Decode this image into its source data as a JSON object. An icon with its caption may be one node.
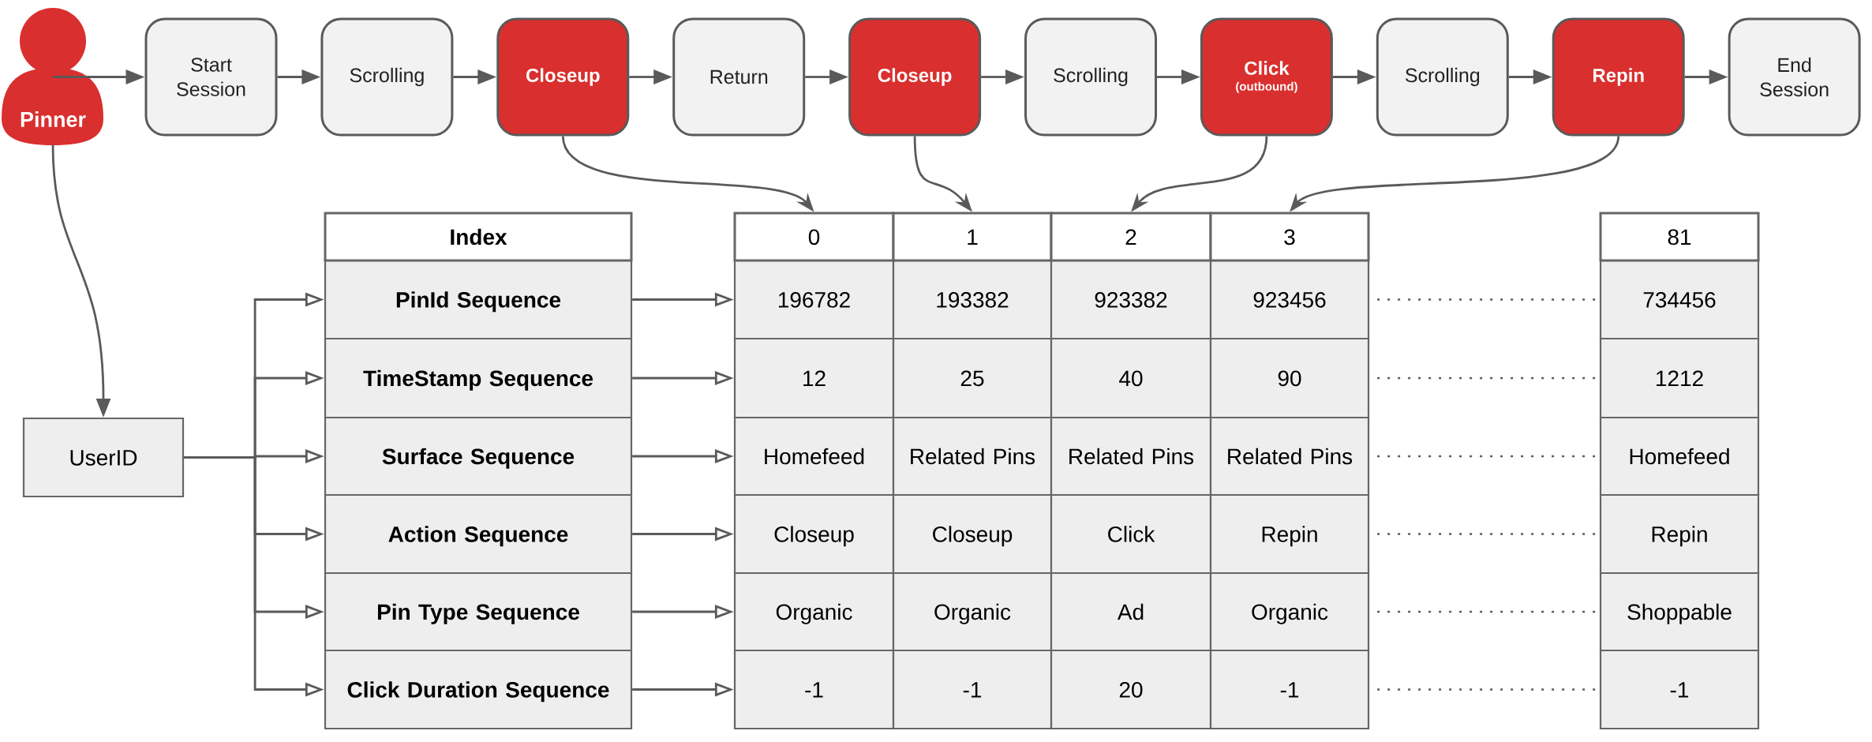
{
  "diagram": {
    "nodes": [
      {
        "text": [
          "Pinner"
        ]
      },
      {
        "text": [
          "Start Session"
        ]
      },
      {
        "text": [
          "Scrolling"
        ]
      },
      {
        "text": [
          "Closeup"
        ]
      },
      {
        "text": [
          "Return"
        ]
      },
      {
        "text": [
          "Closeup"
        ]
      },
      {
        "text": [
          "Scrolling"
        ]
      },
      {
        "text": [
          "Click",
          "(outbound)"
        ]
      },
      {
        "text": [
          "Scrolling"
        ]
      },
      {
        "text": [
          "Repin"
        ]
      },
      {
        "text": [
          "End Session"
        ]
      },
      {
        "text": [
          "UserID"
        ]
      },
      {
        "text": [
          "Index"
        ]
      },
      {
        "text": [
          "0"
        ]
      },
      {
        "text": [
          "1"
        ]
      },
      {
        "text": [
          "2"
        ]
      },
      {
        "text": [
          "3"
        ]
      },
      {
        "text": [
          "81"
        ]
      },
      {
        "text": [
          "PinId Sequence"
        ]
      },
      {
        "text": [
          "196782"
        ]
      },
      {
        "text": [
          "193382"
        ]
      },
      {
        "text": [
          "923382"
        ]
      },
      {
        "text": [
          "923456"
        ]
      },
      {
        "text": [
          "734456"
        ]
      },
      {
        "text": [
          "TimeStamp Sequence"
        ]
      },
      {
        "text": [
          "12"
        ]
      },
      {
        "text": [
          "25"
        ]
      },
      {
        "text": [
          "40"
        ]
      },
      {
        "text": [
          "90"
        ]
      },
      {
        "text": [
          "1212"
        ]
      },
      {
        "text": [
          "Surface Sequence"
        ]
      },
      {
        "text": [
          "Homefeed"
        ]
      },
      {
        "text": [
          "Related Pins"
        ]
      },
      {
        "text": [
          "Related Pins"
        ]
      },
      {
        "text": [
          "Related Pins"
        ]
      },
      {
        "text": [
          "Homefeed"
        ]
      },
      {
        "text": [
          "Action Sequence"
        ]
      },
      {
        "text": [
          "Closeup"
        ]
      },
      {
        "text": [
          "Closeup"
        ]
      },
      {
        "text": [
          "Click"
        ]
      },
      {
        "text": [
          "Repin"
        ]
      },
      {
        "text": [
          "Repin"
        ]
      },
      {
        "text": [
          "Pin Type Sequence"
        ]
      },
      {
        "text": [
          "Organic"
        ]
      },
      {
        "text": [
          "Organic"
        ]
      },
      {
        "text": [
          "Ad"
        ]
      },
      {
        "text": [
          "Organic"
        ]
      },
      {
        "text": [
          "Shoppable"
        ]
      },
      {
        "text": [
          "Click Duration Sequence"
        ]
      },
      {
        "text": [
          "-1"
        ]
      },
      {
        "text": [
          "-1"
        ]
      },
      {
        "text": [
          "20"
        ]
      },
      {
        "text": [
          "-1"
        ]
      },
      {
        "text": [
          "-1"
        ]
      }
    ],
    "edges": [
      {
        "from": 0,
        "to": 1,
        "arrow": "to"
      },
      {
        "from": 1,
        "to": 2,
        "arrow": "to"
      },
      {
        "from": 2,
        "to": 3,
        "arrow": "to"
      },
      {
        "from": 3,
        "to": 4,
        "arrow": "to"
      },
      {
        "from": 4,
        "to": 5,
        "arrow": "to"
      },
      {
        "from": 5,
        "to": 6,
        "arrow": "to"
      },
      {
        "from": 6,
        "to": 7,
        "arrow": "to"
      },
      {
        "from": 7,
        "to": 8,
        "arrow": "to"
      },
      {
        "from": 8,
        "to": 9,
        "arrow": "to"
      },
      {
        "from": 9,
        "to": 10,
        "arrow": "to"
      },
      {
        "from": 0,
        "to": 11,
        "arrow": "to"
      },
      {
        "from": 3,
        "to": 13,
        "arrow": "to"
      },
      {
        "from": 5,
        "to": 14,
        "arrow": "to"
      },
      {
        "from": 7,
        "to": 15,
        "arrow": "to"
      },
      {
        "from": 9,
        "to": 16,
        "arrow": "to"
      },
      {
        "from": 11,
        "to": 18,
        "arrow": "to"
      },
      {
        "from": 11,
        "to": 24,
        "arrow": "to"
      },
      {
        "from": 11,
        "to": 30,
        "arrow": "to"
      },
      {
        "from": 11,
        "to": 36,
        "arrow": "to"
      },
      {
        "from": 11,
        "to": 42,
        "arrow": "to"
      },
      {
        "from": 11,
        "to": 48,
        "arrow": "to"
      },
      {
        "from": 18,
        "to": 19,
        "arrow": "to"
      },
      {
        "from": 24,
        "to": 25,
        "arrow": "to"
      },
      {
        "from": 30,
        "to": 31,
        "arrow": "to"
      },
      {
        "from": 36,
        "to": 37,
        "arrow": "to"
      },
      {
        "from": 42,
        "to": 43,
        "arrow": "to"
      },
      {
        "from": 48,
        "to": 49,
        "arrow": "to"
      },
      {
        "from": 22,
        "to": 23,
        "arrow": "none",
        "style": "dashed"
      },
      {
        "from": 28,
        "to": 29,
        "arrow": "none",
        "style": "dashed"
      },
      {
        "from": 34,
        "to": 35,
        "arrow": "none",
        "style": "dashed"
      },
      {
        "from": 40,
        "to": 41,
        "arrow": "none",
        "style": "dashed"
      },
      {
        "from": 46,
        "to": 47,
        "arrow": "none",
        "style": "dashed"
      },
      {
        "from": 52,
        "to": 53,
        "arrow": "none",
        "style": "dashed"
      }
    ]
  }
}
